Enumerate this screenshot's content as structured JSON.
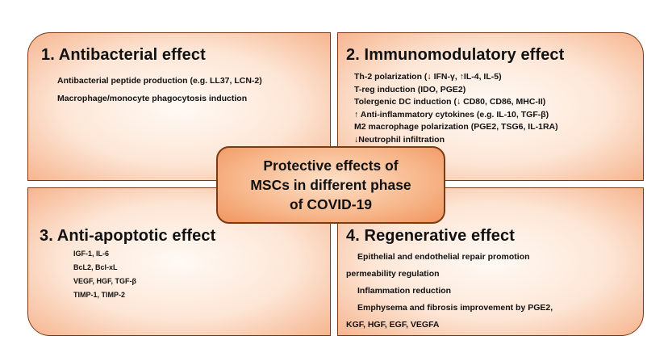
{
  "center": {
    "lines": [
      "Protective effects of",
      "MSCs in different phase",
      "of COVID-19"
    ]
  },
  "quadrants": {
    "antibacterial": {
      "title": "1. Antibacterial effect",
      "items": [
        "Antibacterial peptide production (e.g. LL37, LCN-2)",
        "Macrophage/monocyte phagocytosis induction"
      ]
    },
    "immunomodulatory": {
      "title": "2. Immunomodulatory effect",
      "items": [
        "Th-2 polarization (↓ IFN-γ, ↑IL-4, IL-5)",
        "T-reg induction (IDO, PGE2)",
        "Tolergenic DC induction (↓ CD80, CD86, MHC-II)",
        "↑ Anti-inflammatory cytokines (e.g. IL-10, TGF-β)",
        "M2 macrophage polarization (PGE2, TSG6, IL-1RA)",
        "↓Neutrophil infiltration"
      ]
    },
    "anti_apoptotic": {
      "title": "3. Anti-apoptotic effect",
      "items": [
        "IGF-1, IL-6",
        "BcL2, Bcl-xL",
        "VEGF, HGF, TGF-β",
        "TIMP-1, TIMP-2"
      ]
    },
    "regenerative": {
      "title": "4. Regenerative effect",
      "items": [
        "Epithelial and endothelial repair promotion",
        "permeability regulation",
        "Inflammation reduction",
        "Emphysema and fibrosis improvement by PGE2,",
        "KGF, HGF, EGF, VEGFA"
      ]
    }
  },
  "colors": {
    "border": "#7a3a12",
    "quadrant_edge": "#f6b58f",
    "center_fill": "#f7b68a"
  }
}
